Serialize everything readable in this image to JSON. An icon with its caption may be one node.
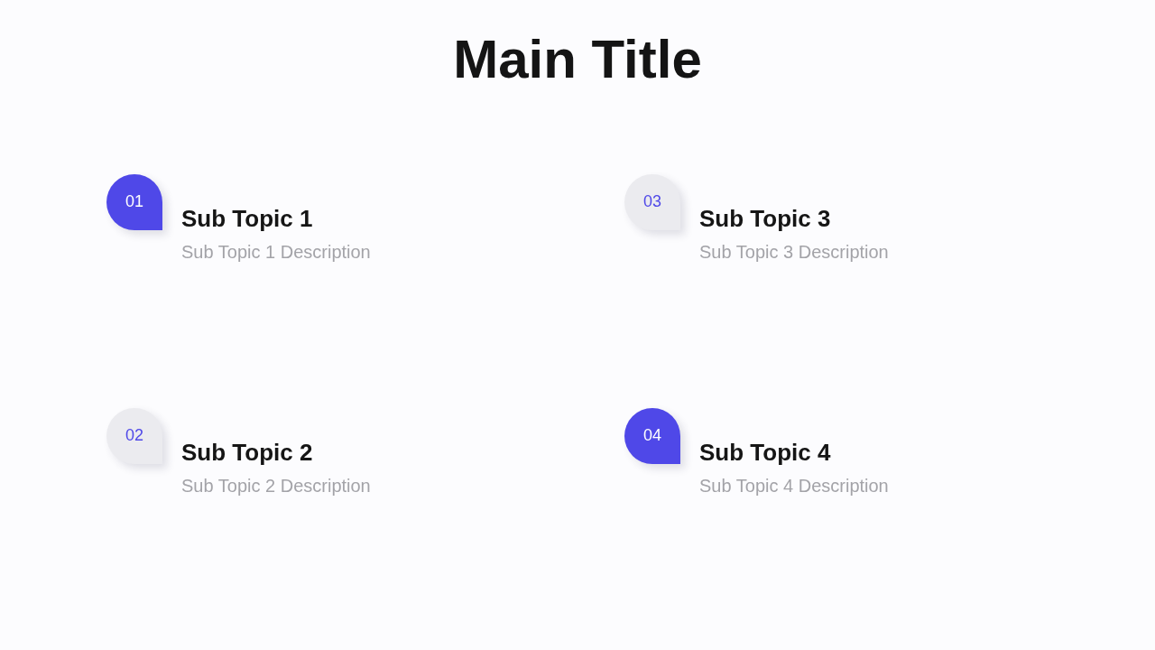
{
  "diagram": {
    "title": "Main Title",
    "nodes": [
      {
        "text": [
          "01"
        ],
        "beside": [
          "Sub Topic 1",
          "Sub Topic 1 Description"
        ]
      },
      {
        "text": [
          "02"
        ],
        "beside": [
          "Sub Topic 2",
          "Sub Topic 2 Description"
        ]
      },
      {
        "text": [
          "03"
        ],
        "beside": [
          "Sub Topic 3",
          "Sub Topic 3 Description"
        ]
      },
      {
        "text": [
          "04"
        ],
        "beside": [
          "Sub Topic 4",
          "Sub Topic 4 Description"
        ]
      }
    ]
  }
}
